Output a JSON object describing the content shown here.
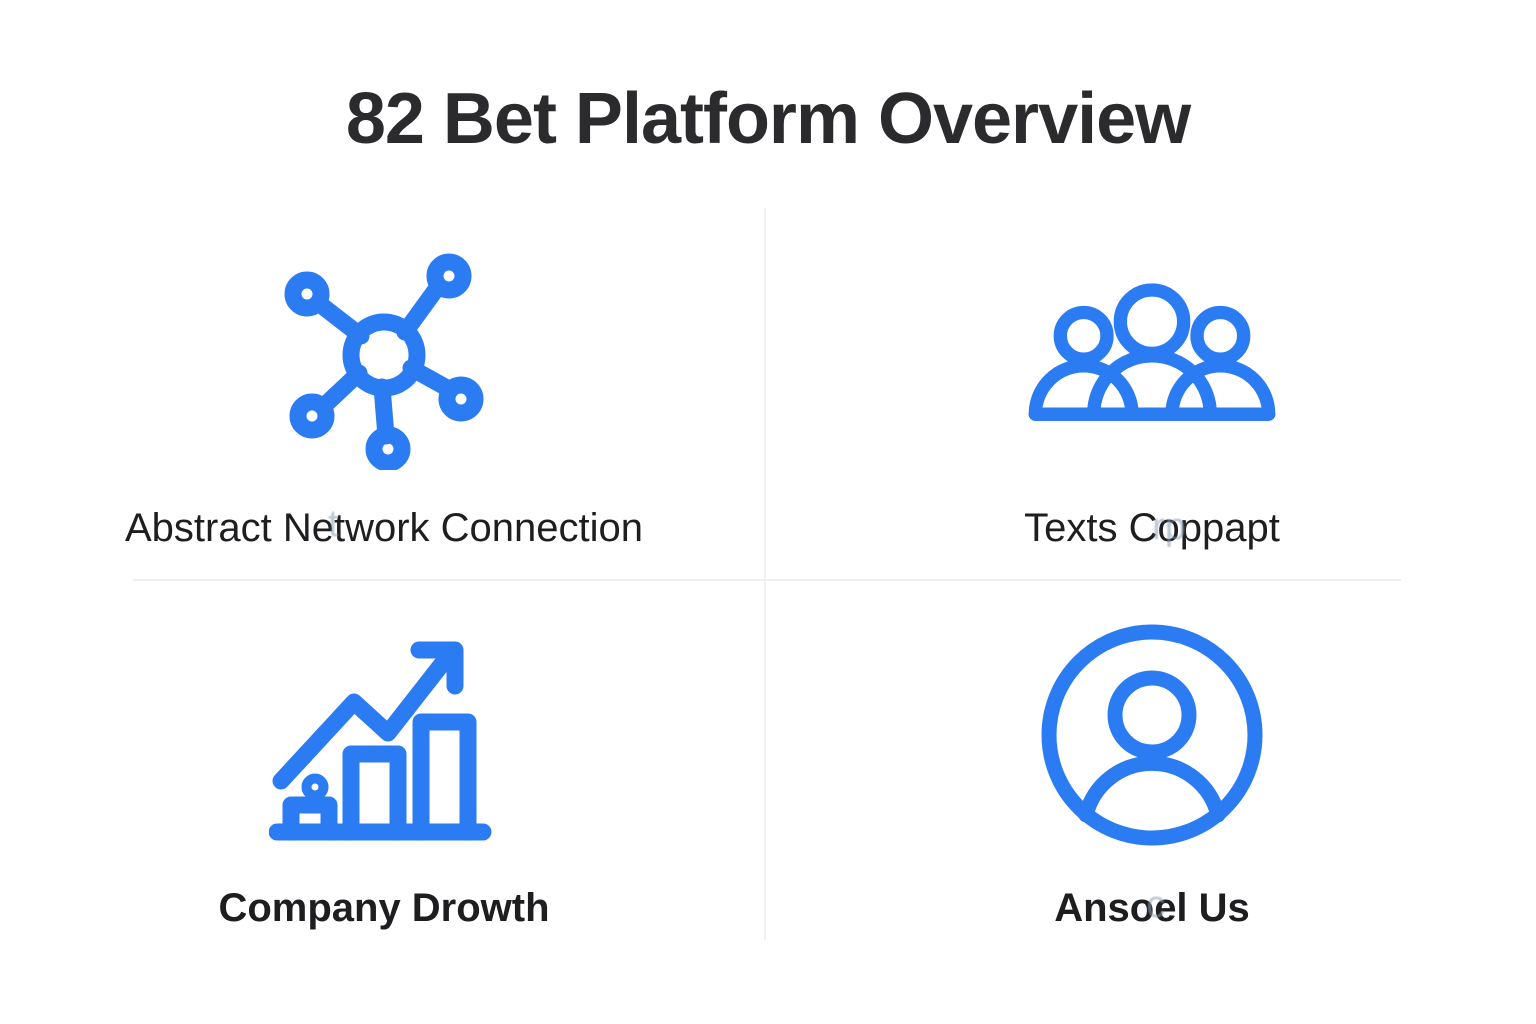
{
  "header": {
    "title": "82 Bet Platform Overview"
  },
  "theme": {
    "background": "#ffffff",
    "accent_blue": "#2b7bf2",
    "title_color": "#2b2b2e",
    "label_color": "#1e1e20",
    "divider_color": "#f0f0f1"
  },
  "features": [
    {
      "icon": "network-hub-icon",
      "label": "Abstract Network Connection",
      "weight": "regular",
      "artifact": "t"
    },
    {
      "icon": "people-group-icon",
      "label": "Texts Coppapt",
      "weight": "regular",
      "artifact": "rp"
    },
    {
      "icon": "growth-chart-icon",
      "label": "Company Drowth",
      "weight": "bold",
      "artifact": ""
    },
    {
      "icon": "account-avatar-icon",
      "label": "Ansoel Us",
      "weight": "bold",
      "artifact": "c"
    }
  ]
}
